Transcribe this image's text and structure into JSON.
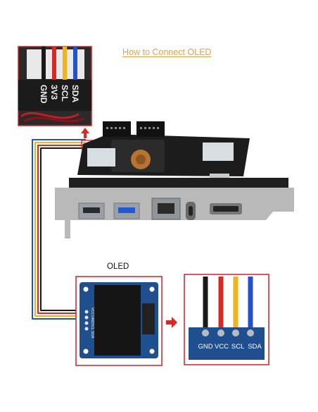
{
  "title": "How to Connect OLED",
  "oled_label": "OLED",
  "zoom_labels": {
    "sda": "SDA",
    "scl": "SCL",
    "v33": "3V3",
    "gnd": "GND"
  },
  "pin_labels": {
    "gnd": "GND",
    "vcc": "VCC",
    "scl": "SCL",
    "sda": "SDA"
  },
  "oled_pins": {
    "vcc": "VCC",
    "gnd": "GND",
    "scl": "SCL",
    "sda": "SDA"
  },
  "colors": {
    "frame_red": "#c8242b",
    "title_orange": "#e8a23c",
    "wire_black": "#1a1a1a",
    "wire_red": "#d62a24",
    "wire_yellow": "#f2b21b",
    "wire_blue": "#2452c9",
    "pcb": "#1c1c1c",
    "oled_board": "#1f4f8f",
    "bracket": "#b9b9b9"
  }
}
